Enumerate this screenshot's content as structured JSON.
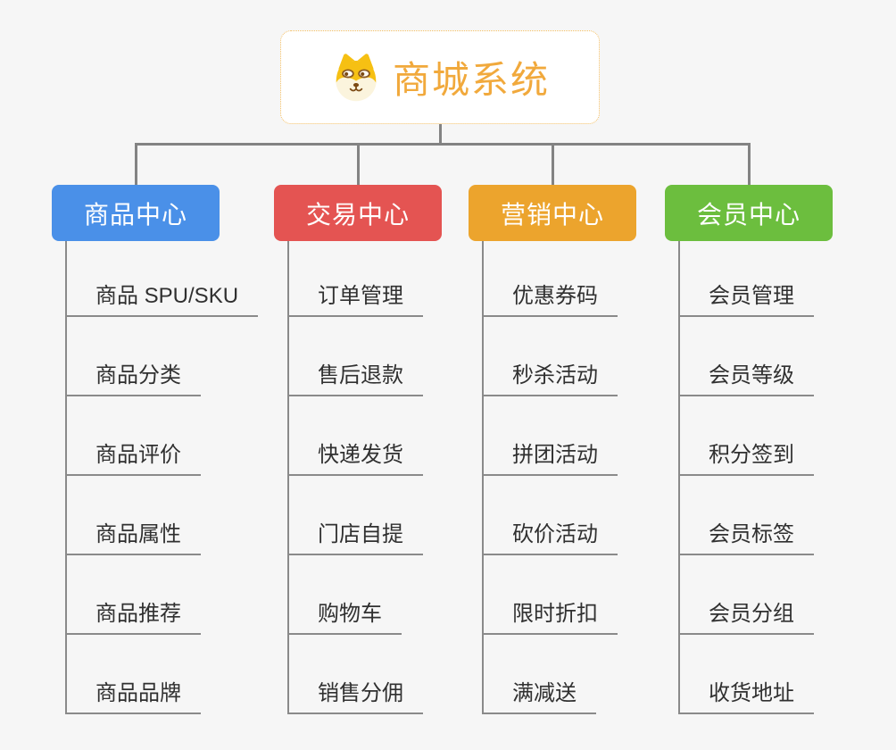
{
  "root": {
    "title": "商城系统",
    "icon": "shiba-dog-icon"
  },
  "colors": {
    "background": "#F6F6F6",
    "root_text": "#F1A93C",
    "root_border": "#F3BE62",
    "connector": "#838383",
    "leaf_line": "#8A8A8A",
    "leaf_text": "#303030"
  },
  "branches": [
    {
      "label": "商品中心",
      "color": "#4A90E8",
      "children": [
        "商品 SPU/SKU",
        "商品分类",
        "商品评价",
        "商品属性",
        "商品推荐",
        "商品品牌"
      ]
    },
    {
      "label": "交易中心",
      "color": "#E45452",
      "children": [
        "订单管理",
        "售后退款",
        "快递发货",
        "门店自提",
        "购物车",
        "销售分佣"
      ]
    },
    {
      "label": "营销中心",
      "color": "#ECA42D",
      "children": [
        "优惠券码",
        "秒杀活动",
        "拼团活动",
        "砍价活动",
        "限时折扣",
        "满减送"
      ]
    },
    {
      "label": "会员中心",
      "color": "#6CBE3E",
      "children": [
        "会员管理",
        "会员等级",
        "积分签到",
        "会员标签",
        "会员分组",
        "收货地址"
      ]
    }
  ]
}
